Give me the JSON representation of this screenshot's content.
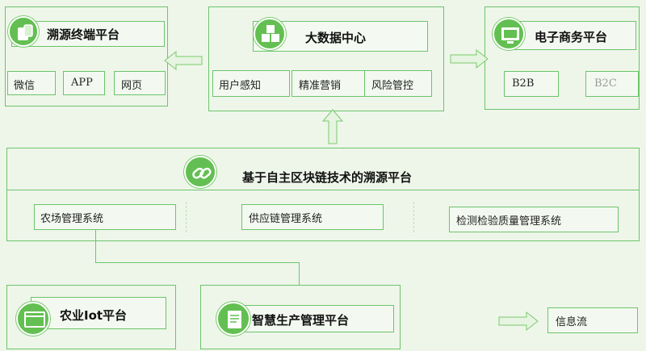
{
  "terminal": {
    "title": "溯源终端平台",
    "items": [
      "微信",
      "APP",
      "网页"
    ]
  },
  "bigdata": {
    "title": "大数据中心",
    "items": [
      "用户感知",
      "精准营销",
      "风险管控"
    ]
  },
  "ecommerce": {
    "title": "电子商务平台",
    "items": [
      "B2B",
      "B2C"
    ]
  },
  "blockchain": {
    "title": "基于自主区块链技术的溯源平台",
    "systems": [
      "农场管理系统",
      "供应链管理系统",
      "检测检验质量管理系统"
    ]
  },
  "agri_iot": {
    "title": "农业Iot平台"
  },
  "smart_production": {
    "title": "智慧生产管理平台"
  },
  "legend": {
    "info_flow": "信息流"
  },
  "colors": {
    "accent": "#63bf52",
    "border": "#6cc46a",
    "background": "#eef6ea"
  }
}
